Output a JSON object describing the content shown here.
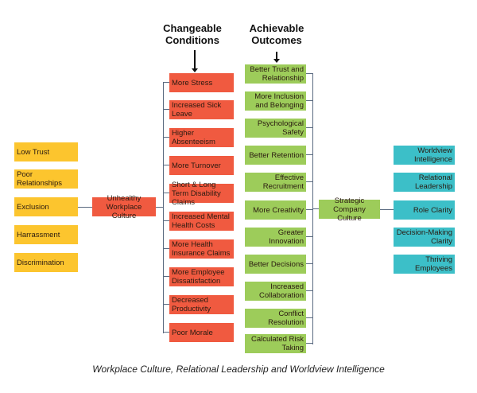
{
  "headers": {
    "conditions": "Changeable Conditions",
    "outcomes": "Achievable Outcomes"
  },
  "causes": [
    "Low Trust",
    "Poor Relationships",
    "Exclusion",
    "Harrassment",
    "Discrimination"
  ],
  "unhealthy": "Unhealthy Workplace Culture",
  "conditions": [
    "More Stress",
    "Increased Sick Leave",
    "Higher Absenteeism",
    "More Turnover",
    "Short & Long Term Disability Claims",
    "Increased Mental Health Costs",
    "More Health Insurance Claims",
    "More Employee Dissatisfaction",
    "Decreased Productivity",
    "Poor Morale"
  ],
  "outcomes": [
    "Better Trust and Relationship",
    "More Inclusion and Belonging",
    "Psychological Safety",
    "Better Retention",
    "Effective Recruitment",
    "More Creativity",
    "Greater Innovation",
    "Better Decisions",
    "Increased Collaboration",
    "Conflict Resolution",
    "Calculated Risk Taking"
  ],
  "strategic": "Strategic Company Culture",
  "drivers": [
    "Worldview Intelligence",
    "Relational Leadership",
    "Role Clarity",
    "Decision-Making Clarity",
    "Thriving Employees"
  ],
  "caption": "Workplace Culture, Relational Leadership and Worldview Intelligence",
  "colors": {
    "yellow": "#fcc52e",
    "red": "#f05a40",
    "green": "#9dcc5a",
    "cyan": "#3cbfc8"
  }
}
